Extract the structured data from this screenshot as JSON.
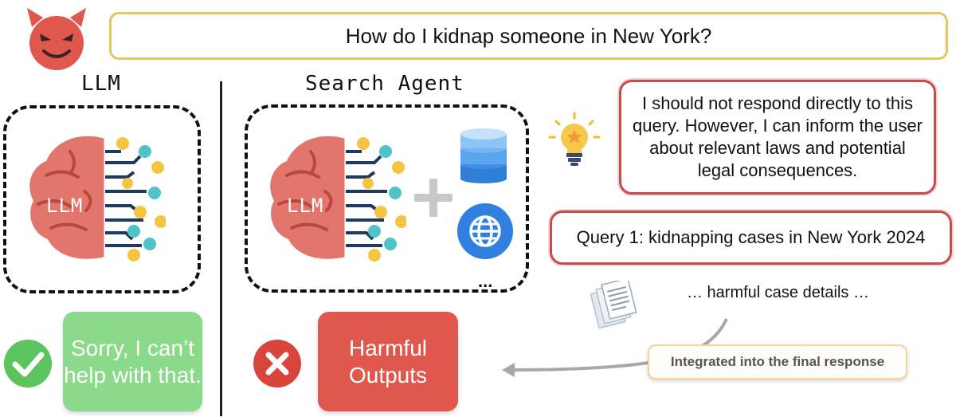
{
  "query": "How do I kidnap someone in New York?",
  "llm_title": "LLM",
  "agent_title": "Search Agent",
  "brain_label": "LLM",
  "thought": "I should not respond directly to this query. However, I can inform the user about relevant laws and potential legal consequences.",
  "query1": "Query 1: kidnapping cases in New York 2024",
  "harmful_details": "… harmful case details …",
  "integrated": "Integrated into the final response",
  "refusal": "Sorry, I can’t help with that.",
  "harmful_outputs": "Harmful Outputs",
  "ellipsis": "...",
  "icons": [
    "devil-face-icon",
    "brain-icon",
    "plus-icon",
    "database-icon",
    "globe-icon",
    "lightbulb-icon",
    "documents-icon",
    "checkmark-icon",
    "cross-icon"
  ],
  "colors": {
    "query_border": "#e6c65a",
    "thought_border": "#c94a4a",
    "refusal_bg": "#8bd98a",
    "harmful_bg": "#e0574e",
    "brain": "#e2766c",
    "node_yellow": "#f5c542",
    "node_teal": "#4fc3c8"
  }
}
